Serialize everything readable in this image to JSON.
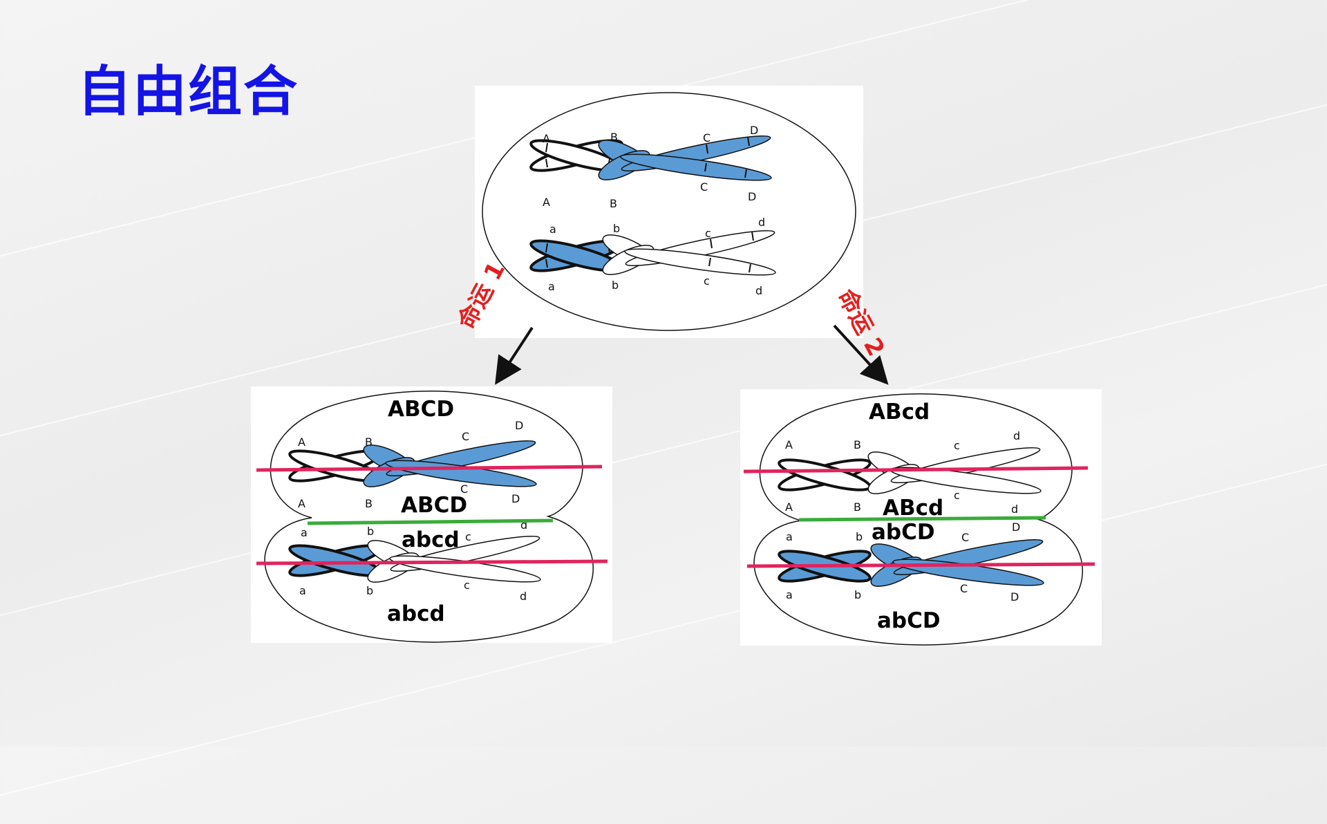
{
  "title": "自由组合",
  "fate_left": "命运 1",
  "fate_right": "命运 2",
  "colors": {
    "title": "#1414e6",
    "fate": "#e41e1e",
    "blue_chromosome": "#5b9bd5",
    "equator_line": "#e0245e",
    "division_line": "#3aab3a"
  },
  "parent_cell": {
    "chrom1_top": [
      "A",
      "B"
    ],
    "chrom1_bottom": [
      "A",
      "B"
    ],
    "chrom2_top": [
      "C",
      "D"
    ],
    "chrom2_bottom": [
      "C",
      "D"
    ],
    "chrom3_top": [
      "a",
      "b"
    ],
    "chrom3_bottom": [
      "a",
      "b"
    ],
    "chrom4_top": [
      "c",
      "d"
    ],
    "chrom4_bottom": [
      "c",
      "d"
    ]
  },
  "fate1": {
    "top_genotype_above": "ABCD",
    "top_genotype_below": "ABCD",
    "bottom_genotype_above": "abcd",
    "bottom_genotype_below": "abcd",
    "top_left_top": [
      "A",
      "B"
    ],
    "top_left_bottom": [
      "A",
      "B"
    ],
    "top_right_top": [
      "C",
      "D"
    ],
    "top_right_bottom": [
      "C",
      "D"
    ],
    "bottom_left_top": [
      "a",
      "b"
    ],
    "bottom_left_bottom": [
      "a",
      "b"
    ],
    "bottom_right_top": [
      "c",
      "d"
    ],
    "bottom_right_bottom": [
      "c",
      "d"
    ]
  },
  "fate2": {
    "top_genotype_above": "ABcd",
    "top_genotype_below": "ABcd",
    "bottom_genotype_above": "abCD",
    "bottom_genotype_below": "abCD",
    "top_left_top": [
      "A",
      "B"
    ],
    "top_left_bottom": [
      "A",
      "B"
    ],
    "top_right_top": [
      "c",
      "d"
    ],
    "top_right_bottom": [
      "c",
      "d"
    ],
    "bottom_left_top": [
      "a",
      "b"
    ],
    "bottom_left_bottom": [
      "a",
      "b"
    ],
    "bottom_right_top": [
      "C",
      "D"
    ],
    "bottom_right_bottom": [
      "C",
      "D"
    ]
  }
}
